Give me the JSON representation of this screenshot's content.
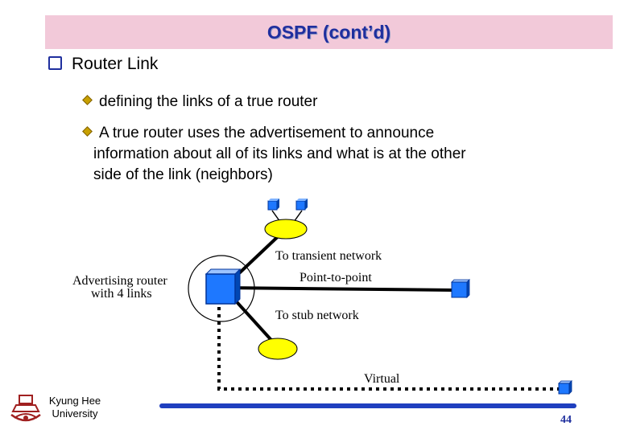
{
  "slide": {
    "title": "OSPF (cont’d)",
    "heading": "Router Link",
    "bullets": [
      "defining the links of a true router",
      "A true router uses the advertisement to announce",
      "information about all of its links and what is at the other",
      "side of the link (neighbors)"
    ]
  },
  "diagram": {
    "advertising_label_line1": "Advertising router",
    "advertising_label_line2": "with 4  links",
    "transient_label": "To transient network",
    "p2p_label": "Point-to-point",
    "stub_label": "To stub network",
    "virtual_label": "Virtual"
  },
  "footer": {
    "university_line1": "Kyung Hee",
    "university_line2": "University",
    "page_number": "44"
  },
  "colors": {
    "title_bar": "#f2c9d9",
    "title_text": "#1f2f9e",
    "router_blue": "#1e78ff",
    "network_yellow": "#ffff00",
    "footer_bar": "#1f3fbf"
  }
}
